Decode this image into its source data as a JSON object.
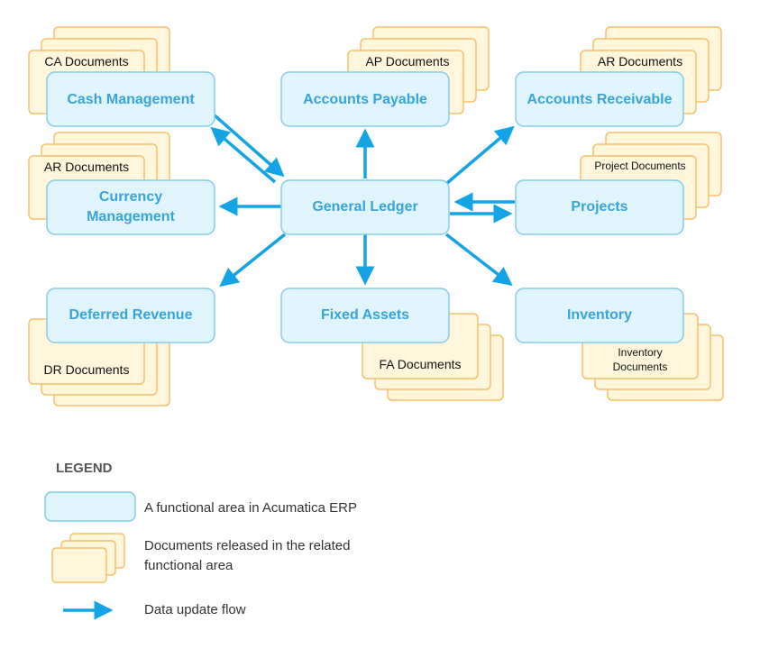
{
  "nodes": {
    "cash_management": {
      "label": "Cash Management"
    },
    "accounts_payable": {
      "label": "Accounts Payable"
    },
    "accounts_receivable": {
      "label": "Accounts Receivable"
    },
    "currency_management": {
      "label_lines": [
        "Currency",
        "Management"
      ]
    },
    "general_ledger": {
      "label": "General Ledger"
    },
    "projects": {
      "label": "Projects"
    },
    "deferred_revenue": {
      "label": "Deferred Revenue"
    },
    "fixed_assets": {
      "label": "Fixed Assets"
    },
    "inventory": {
      "label": "Inventory"
    }
  },
  "documents": {
    "ca": {
      "label": "CA Documents"
    },
    "ap": {
      "label": "AP Documents"
    },
    "ar_receivable": {
      "label": "AR Documents"
    },
    "ar_currency": {
      "label": "AR Documents"
    },
    "project": {
      "label": "Project Documents"
    },
    "dr": {
      "label": "DR Documents"
    },
    "fa": {
      "label": "FA Documents"
    },
    "inventory": {
      "label_lines": [
        "Inventory",
        "Documents"
      ]
    }
  },
  "legend": {
    "title": "LEGEND",
    "functional_area": "A functional area in Acumatica ERP",
    "documents_lines": [
      "Documents released in the related",
      "functional area"
    ],
    "data_flow": "Data update flow"
  },
  "colors": {
    "box_fill": "#dff4fb",
    "box_stroke": "#86cbe6",
    "box_text": "#3aa3d8",
    "doc_fill": "#fff6dc",
    "doc_stroke": "#f5c06a",
    "arrow": "#14a4e6"
  }
}
